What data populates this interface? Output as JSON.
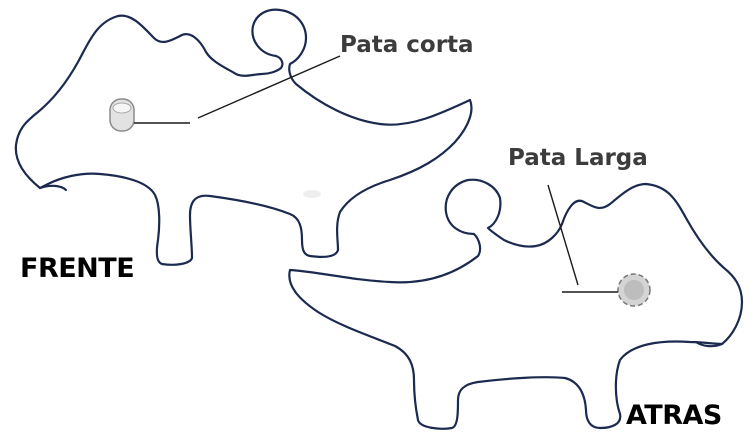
{
  "labels": {
    "short_leg": "Pata corta",
    "long_leg": "Pata Larga",
    "front": "FRENTE",
    "back": "ATRAS"
  },
  "colors": {
    "outline": "#1b2a4e",
    "leader": "#1b1b1b",
    "text_callout": "#3c3c3c",
    "text_title": "#000000",
    "pin": "#d4d4d4",
    "pin_stroke": "#8a8a8a"
  }
}
